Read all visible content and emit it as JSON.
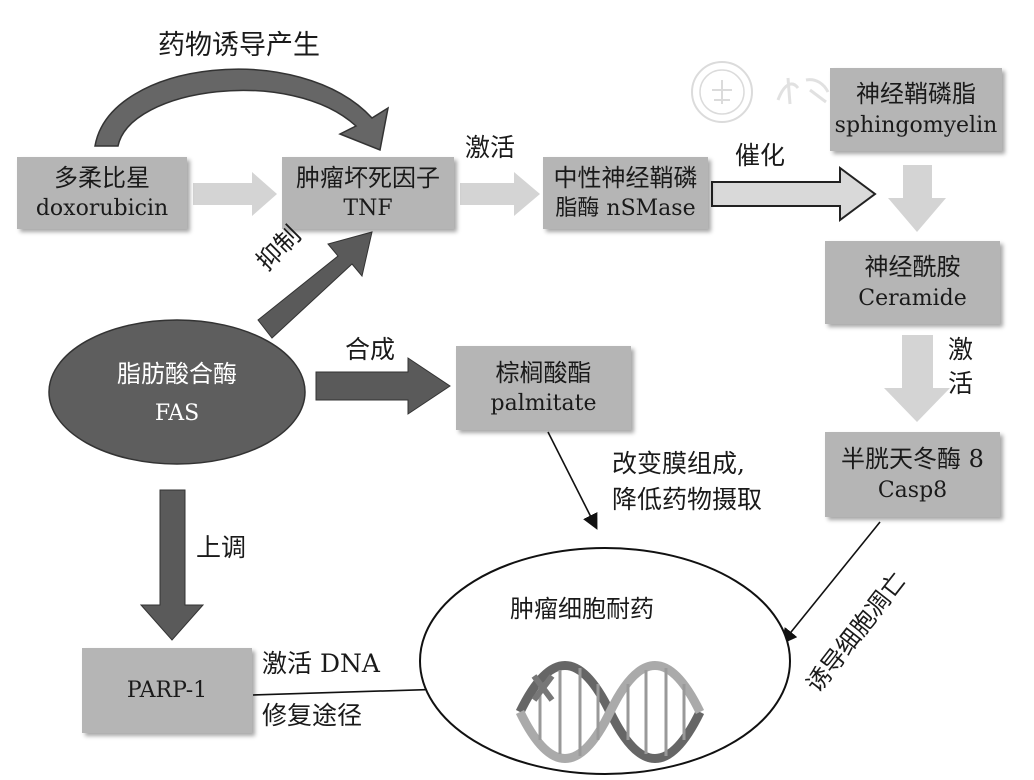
{
  "nodes": {
    "doxorubicin": {
      "zh": "多柔比星",
      "en": "doxorubicin"
    },
    "tnf": {
      "zh": "肿瘤坏死因子",
      "en": "TNF"
    },
    "nsmase": {
      "zh": "中性神经鞘磷",
      "en": "脂酶 nSMase"
    },
    "sphingomyelin": {
      "zh": "神经鞘磷脂",
      "en": "sphingomyelin"
    },
    "ceramide": {
      "zh": "神经酰胺",
      "en": "Ceramide"
    },
    "casp8": {
      "zh": "半胱天冬酶 8",
      "en": "Casp8"
    },
    "fas": {
      "zh": "脂肪酸合酶",
      "en": "FAS"
    },
    "palmitate": {
      "zh": "棕榈酸酯",
      "en": "palmitate"
    },
    "parp1": {
      "label": "PARP-1"
    },
    "resistance": {
      "label": "肿瘤细胞耐药"
    }
  },
  "edges": {
    "drug_induced": "药物诱导产生",
    "activate_1": "激活",
    "catalyze": "催化",
    "inhibit": "抑制",
    "synthesize": "合成",
    "activate_2": [
      "激",
      "活"
    ],
    "membrane": [
      "改变膜组成,",
      "降低药物摄取"
    ],
    "upregulate": "上调",
    "dna_repair": [
      "激活 DNA",
      "修复途径"
    ],
    "apoptosis": "诱导细胞凋亡"
  },
  "colors": {
    "box": "#b5b5b5",
    "ellipse": "#5e5e5e",
    "dark_arrow": "#5a5a5a",
    "light_arrow": "#d4d4d4"
  }
}
